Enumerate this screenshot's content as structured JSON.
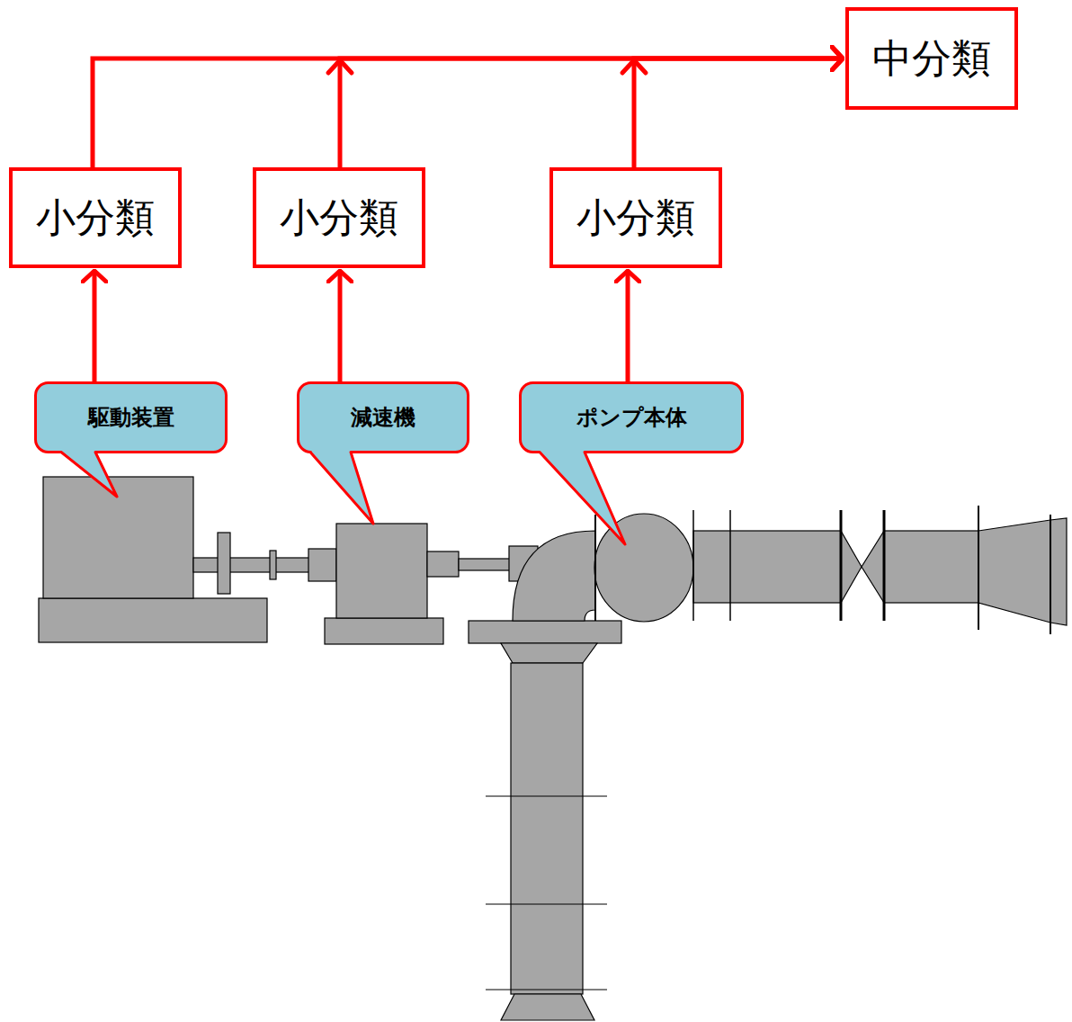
{
  "diagram": {
    "nodes": [
      {
        "text": [
          "中分類"
        ]
      },
      {
        "text": [
          "小分類"
        ]
      },
      {
        "text": [
          "小分類"
        ]
      },
      {
        "text": [
          "小分類"
        ]
      },
      {
        "text": [
          "駆動装置"
        ]
      },
      {
        "text": [
          "減速機"
        ]
      },
      {
        "text": [
          "ポンプ本体"
        ]
      }
    ],
    "edges": [
      {
        "from": 4,
        "to": 1,
        "arrow": "to"
      },
      {
        "from": 5,
        "to": 2,
        "arrow": "to"
      },
      {
        "from": 6,
        "to": 3,
        "arrow": "to"
      },
      {
        "from": 1,
        "to": 0,
        "arrow": "to"
      },
      {
        "from": 2,
        "to": 0,
        "arrow": "to"
      },
      {
        "from": 3,
        "to": 0,
        "arrow": "to"
      }
    ]
  }
}
